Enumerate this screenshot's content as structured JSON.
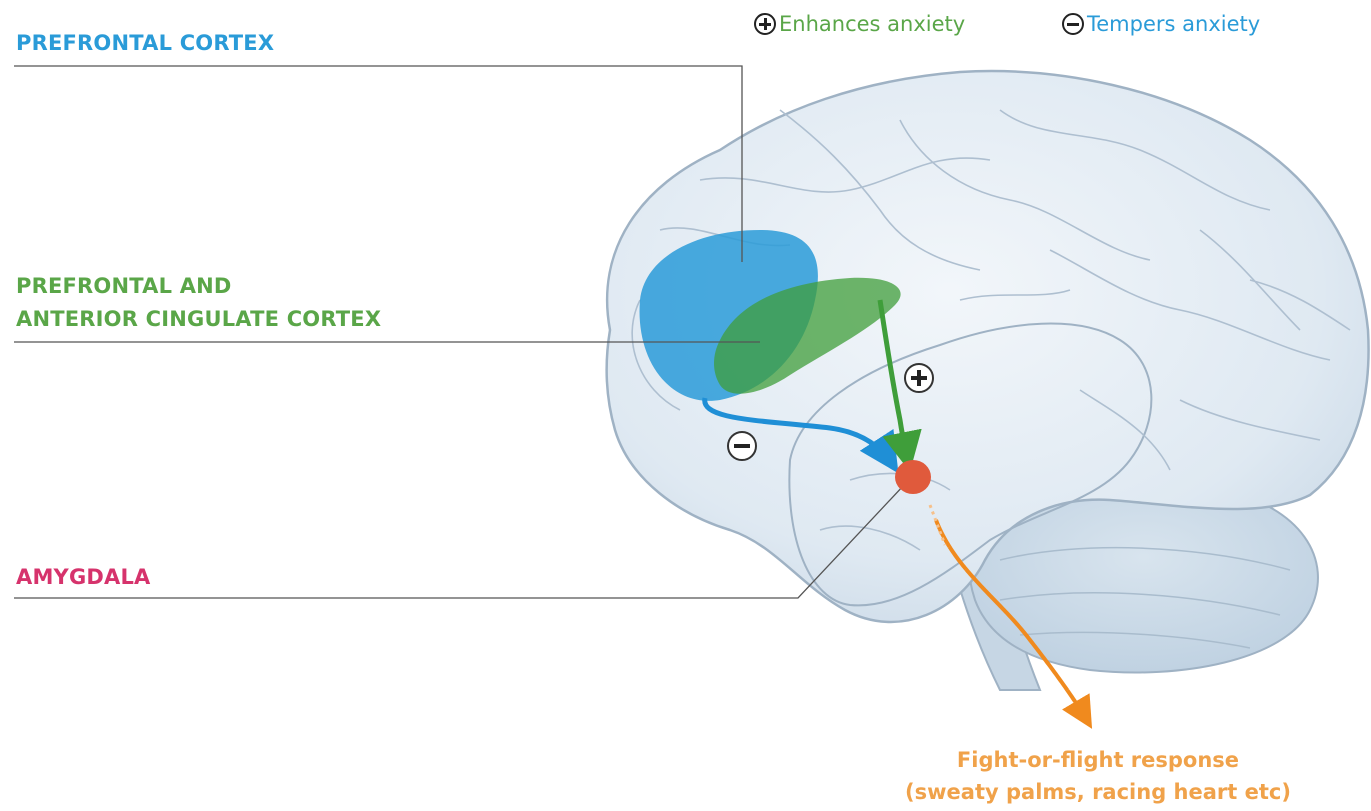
{
  "labels": {
    "prefrontal_cortex": "PREFRONTAL CORTEX",
    "acc_line1": "PREFRONTAL AND",
    "acc_line2": "ANTERIOR CINGULATE CORTEX",
    "amygdala": "AMYGDALA"
  },
  "legend": {
    "enhances": "Enhances anxiety",
    "tempers": "Tempers anxiety"
  },
  "response": {
    "line1": "Fight-or-flight response",
    "line2": "(sweaty palms, racing heart etc)"
  },
  "colors": {
    "prefrontal": "#2a9bd8",
    "acc": "#5aa648",
    "amygdala": "#d6336c",
    "amygdala_node": "#e05a3c",
    "response": "#f0a24a",
    "brain_fill": "#e2ebf4",
    "brain_outline": "#9fb2c4"
  },
  "icons": {
    "plus": "plus-circle-icon",
    "minus": "minus-circle-icon"
  }
}
